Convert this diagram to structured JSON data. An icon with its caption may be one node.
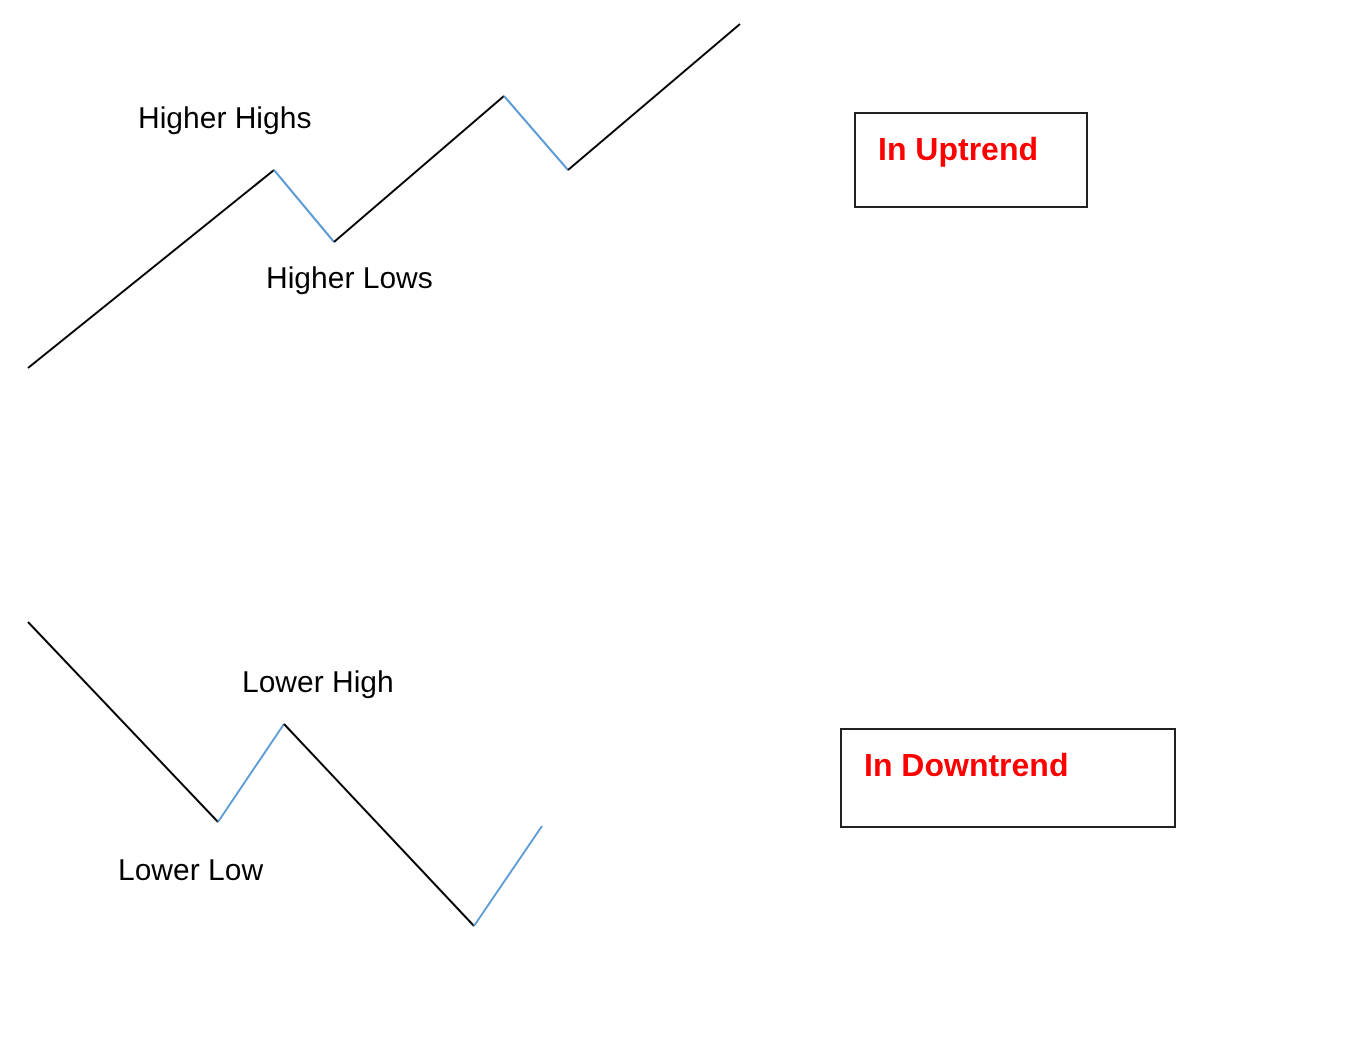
{
  "diagram": {
    "nodes": [
      {
        "text": [
          "In Uptrend"
        ]
      },
      {
        "text": [
          "In Downtrend"
        ]
      }
    ],
    "edges": [],
    "labels": [
      "Higher Highs",
      "Higher Lows",
      "Lower High",
      "Lower Low"
    ]
  }
}
